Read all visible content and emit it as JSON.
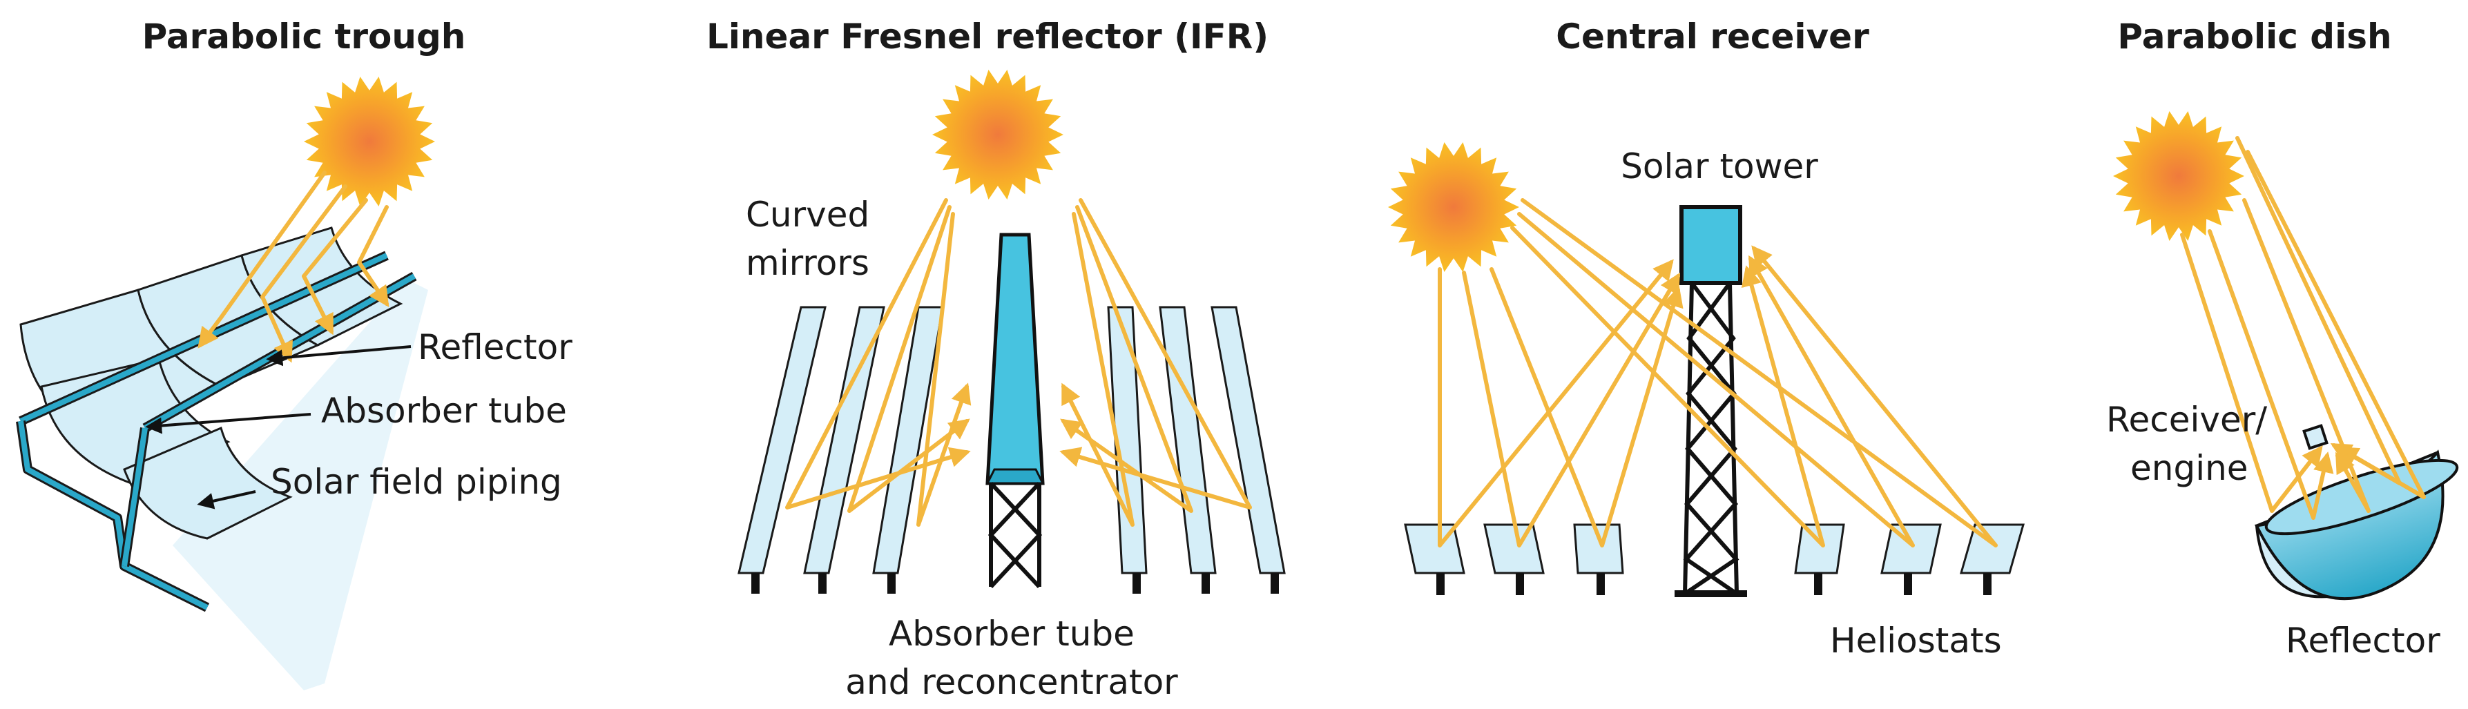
{
  "panels": [
    {
      "title": "Parabolic trough",
      "labels": {
        "reflector": "Reflector",
        "absorber": "Absorber tube",
        "piping": "Solar field piping"
      }
    },
    {
      "title": "Linear Fresnel reflector (IFR)",
      "labels": {
        "curved_1": "Curved",
        "curved_2": "mirrors",
        "absorber_1": "Absorber tube",
        "absorber_2": "and reconcentrator"
      }
    },
    {
      "title": "Central receiver",
      "labels": {
        "tower": "Solar tower",
        "heliostats": "Heliostats"
      }
    },
    {
      "title": "Parabolic dish",
      "labels": {
        "receiver_1": "Receiver/",
        "receiver_2": "engine",
        "reflector": "Reflector"
      }
    }
  ],
  "colors": {
    "sun_core": "#f07a3c",
    "sun_edge": "#f9c623",
    "ray": "#f3b73e",
    "mirror": "#d5eef8",
    "blue": "#2aa8c9",
    "tower": "#47c3e0",
    "dark": "#1a1a1a"
  },
  "icons": [
    "sun-icon",
    "arrow-icon"
  ]
}
